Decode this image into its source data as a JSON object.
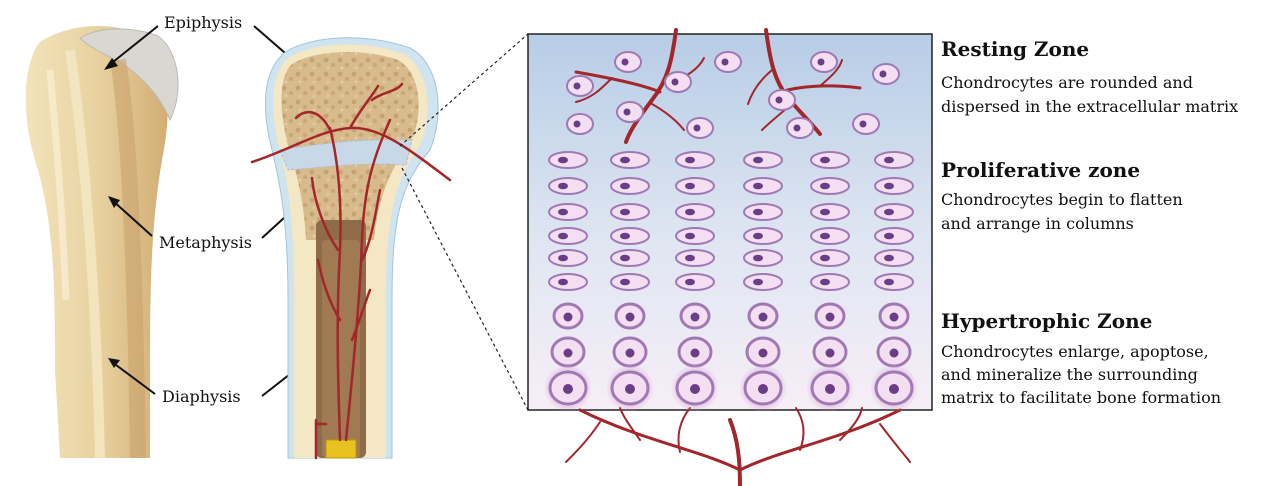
{
  "bone_labels": {
    "epiphysis": "Epiphysis",
    "metaphysis": "Metaphysis",
    "diaphysis": "Diaphysis"
  },
  "zones": [
    {
      "title": "Resting Zone",
      "lines": [
        "Chondrocytes are rounded and",
        "dispersed in the extracellular matrix"
      ]
    },
    {
      "title": "Proliferative zone",
      "lines": [
        "Chondrocytes begin to flatten",
        "and arrange in columns"
      ]
    },
    {
      "title": "Hypertrophic Zone",
      "lines": [
        "Chondrocytes enlarge, apoptose,",
        "and mineralize the surrounding",
        "matrix to facilitate bone formation"
      ]
    }
  ],
  "colors": {
    "bone_light": "#ecd9ac",
    "bone_mid": "#dcbd82",
    "bone_dark": "#c9a36a",
    "cartilage": "#d9d9d9",
    "spongy": "#d6b88a",
    "vessel": "#a3262b",
    "marrow": "#8a6a4a",
    "cell_fill": "#f3dff1",
    "cell_border": "#a078b4",
    "nucleus": "#6a3e86",
    "panel_top": "#b9cfe6",
    "panel_bottom": "#f6f1f6"
  }
}
